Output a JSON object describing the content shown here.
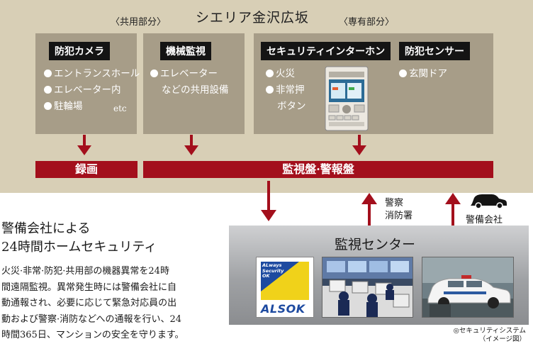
{
  "title": "シエリア金沢広坂",
  "shared_label": "〈共用部分〉",
  "private_label": "〈専有部分〉",
  "sections": [
    {
      "tag": "防犯カメラ",
      "items": [
        "エントランスホール",
        "エレベーター内",
        "駐輪場"
      ],
      "extra": "etc"
    },
    {
      "tag": "機械監視",
      "items": [
        "エレベーター"
      ],
      "item_cont": "などの共用設備"
    },
    {
      "tag": "セキュリティインターホン",
      "items": [
        "火災",
        "非常押"
      ],
      "item_cont": "ボタン"
    },
    {
      "tag": "防犯センサー",
      "items": [
        "玄関ドア"
      ]
    }
  ],
  "bars": {
    "record": "録画",
    "monitor": "監視盤·警報盤"
  },
  "external": {
    "police_fire": [
      "警察",
      "消防署"
    ],
    "security_company": "警備会社"
  },
  "center": {
    "title": "監視センター",
    "logo_text": [
      "ALways",
      "Security",
      "OK"
    ],
    "logo_brand": "ALSOK"
  },
  "description": {
    "title": [
      "警備会社による",
      "24時間ホームセキュリティ"
    ],
    "body": [
      "火災·非常·防犯·共用部の機器異常を24時",
      "間遠隔監視。異常発生時には警備会社に自",
      "動通報され、必要に応じて緊急対応員の出",
      "動および警察·消防などへの通報を行い、24",
      "時間365日、マンションの安全を守ります。"
    ]
  },
  "caption": [
    "◎セキュリティシステム",
    "（イメージ図）"
  ],
  "colors": {
    "panel": "#d8cfb6",
    "box": "#a79d88",
    "red": "#a30f1c"
  }
}
